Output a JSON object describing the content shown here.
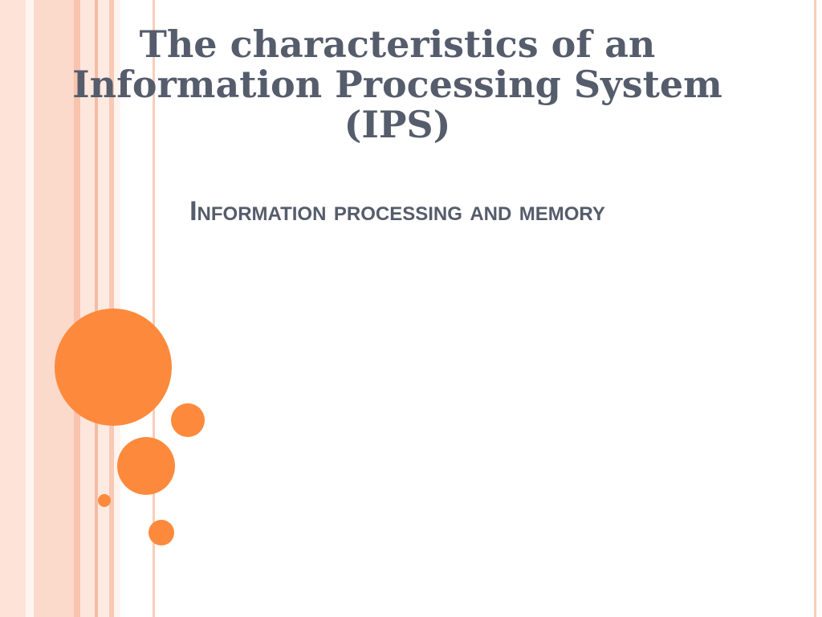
{
  "slide": {
    "title_line1": "The characteristics of an",
    "title_line2": "Information Processing System",
    "title_line3": "(IPS)",
    "subtitle": "Information processing and memory"
  },
  "theme": {
    "accent": "#fd8a3c",
    "text_color": "#555c6b",
    "stripe_color": "#fbd9cb"
  }
}
